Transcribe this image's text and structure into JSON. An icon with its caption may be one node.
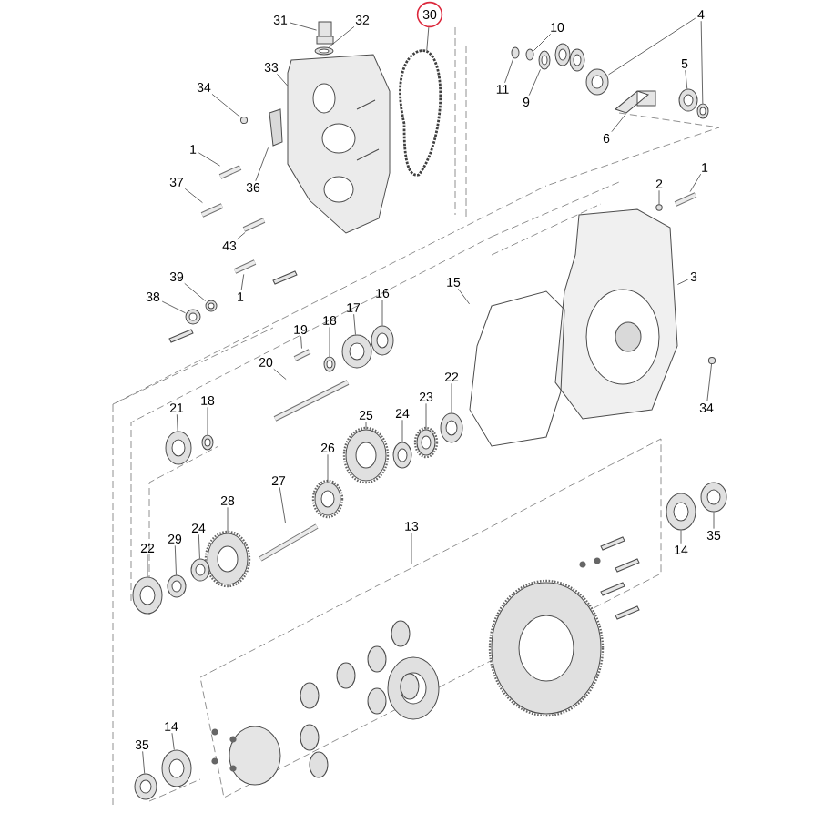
{
  "diagram": {
    "nodes": [
      {
        "text": [
          "31"
        ]
      },
      {
        "text": [
          "32"
        ]
      },
      {
        "text": [
          "30"
        ]
      },
      {
        "text": [
          "4"
        ]
      },
      {
        "text": [
          "10"
        ]
      },
      {
        "text": [
          "33"
        ]
      },
      {
        "text": [
          "34"
        ]
      },
      {
        "text": [
          "5"
        ]
      },
      {
        "text": [
          "11"
        ]
      },
      {
        "text": [
          "9"
        ]
      },
      {
        "text": [
          "6"
        ]
      },
      {
        "text": [
          "1"
        ]
      },
      {
        "text": [
          "1"
        ]
      },
      {
        "text": [
          "37"
        ]
      },
      {
        "text": [
          "2"
        ]
      },
      {
        "text": [
          "36"
        ]
      },
      {
        "text": [
          "43"
        ]
      },
      {
        "text": [
          "3"
        ]
      },
      {
        "text": [
          "15"
        ]
      },
      {
        "text": [
          "39"
        ]
      },
      {
        "text": [
          "1"
        ]
      },
      {
        "text": [
          "16"
        ]
      },
      {
        "text": [
          "38"
        ]
      },
      {
        "text": [
          "17"
        ]
      },
      {
        "text": [
          "19"
        ]
      },
      {
        "text": [
          "18"
        ]
      },
      {
        "text": [
          "20"
        ]
      },
      {
        "text": [
          "22"
        ]
      },
      {
        "text": [
          "23"
        ]
      },
      {
        "text": [
          "18"
        ]
      },
      {
        "text": [
          "21"
        ]
      },
      {
        "text": [
          "34"
        ]
      },
      {
        "text": [
          "24"
        ]
      },
      {
        "text": [
          "25"
        ]
      },
      {
        "text": [
          "26"
        ]
      },
      {
        "text": [
          "27"
        ]
      },
      {
        "text": [
          "28"
        ]
      },
      {
        "text": [
          "13"
        ]
      },
      {
        "text": [
          "29"
        ]
      },
      {
        "text": [
          "24"
        ]
      },
      {
        "text": [
          "22"
        ]
      },
      {
        "text": [
          "35"
        ]
      },
      {
        "text": [
          "14"
        ]
      },
      {
        "text": [
          "35"
        ]
      },
      {
        "text": [
          "14"
        ]
      },
      {
        "text": [],
        "shape": "box"
      },
      {
        "text": [],
        "shape": "circle"
      },
      {
        "text": [],
        "shape": "picture"
      },
      {
        "text": [],
        "shape": "circle"
      },
      {
        "text": [],
        "shape": "circle"
      },
      {
        "text": [],
        "shape": "circle"
      },
      {
        "text": [],
        "shape": "picture"
      },
      {
        "text": [],
        "shape": "circle"
      },
      {
        "text": [],
        "shape": "circle"
      },
      {
        "text": [],
        "shape": "circle"
      },
      {
        "text": [],
        "shape": "circle"
      },
      {
        "text": [],
        "shape": "picture"
      },
      {
        "text": [],
        "shape": "bar"
      },
      {
        "text": [],
        "shape": "bar"
      },
      {
        "text": [],
        "shape": "bar"
      },
      {
        "text": [],
        "shape": "circle"
      },
      {
        "text": [],
        "shape": "picture"
      },
      {
        "text": [],
        "shape": "bar"
      },
      {
        "text": [],
        "shape": "picture"
      },
      {
        "text": [],
        "shape": "picture"
      },
      {
        "text": [],
        "shape": "circle"
      },
      {
        "text": [],
        "shape": "bar"
      },
      {
        "text": [],
        "shape": "circle"
      },
      {
        "text": [],
        "shape": "circle"
      },
      {
        "text": [],
        "shape": "circle"
      },
      {
        "text": [],
        "shape": "bar"
      },
      {
        "text": [],
        "shape": "circle"
      },
      {
        "text": [],
        "shape": "bar"
      },
      {
        "text": [],
        "shape": "circle"
      },
      {
        "text": [],
        "shape": "circle"
      },
      {
        "text": [],
        "shape": "circle"
      },
      {
        "text": [],
        "shape": "circle"
      },
      {
        "text": [],
        "shape": "circle"
      },
      {
        "text": [],
        "shape": "circle"
      },
      {
        "text": [],
        "shape": "circle"
      },
      {
        "text": [],
        "shape": "circle"
      },
      {
        "text": [],
        "shape": "bar"
      },
      {
        "text": [],
        "shape": "circle"
      },
      {
        "text": [],
        "shape": "circle"
      },
      {
        "text": [],
        "shape": "circle"
      },
      {
        "text": [],
        "shape": "circle"
      },
      {
        "text": [],
        "shape": "circle"
      },
      {
        "text": [],
        "shape": "circle"
      },
      {
        "text": [],
        "shape": "circle"
      },
      {
        "text": [],
        "shape": "circle"
      }
    ],
    "edges": [
      {
        "from": 0,
        "to": 45,
        "arrow": "none"
      },
      {
        "from": 1,
        "to": 46,
        "arrow": "none"
      },
      {
        "from": 2,
        "to": 47,
        "arrow": "none"
      },
      {
        "from": 3,
        "to": 48,
        "arrow": "none"
      },
      {
        "from": 3,
        "to": 49,
        "arrow": "none"
      },
      {
        "from": 4,
        "to": 50,
        "arrow": "none"
      },
      {
        "from": 5,
        "to": 51,
        "arrow": "none"
      },
      {
        "from": 6,
        "to": 52,
        "arrow": "none"
      },
      {
        "from": 7,
        "to": 53,
        "arrow": "none"
      },
      {
        "from": 8,
        "to": 54,
        "arrow": "none"
      },
      {
        "from": 9,
        "to": 55,
        "arrow": "none"
      },
      {
        "from": 10,
        "to": 56,
        "arrow": "none"
      },
      {
        "from": 11,
        "to": 57,
        "arrow": "none"
      },
      {
        "from": 12,
        "to": 58,
        "arrow": "none"
      },
      {
        "from": 13,
        "to": 59,
        "arrow": "none"
      },
      {
        "from": 14,
        "to": 60,
        "arrow": "none"
      },
      {
        "from": 15,
        "to": 61,
        "arrow": "none"
      },
      {
        "from": 16,
        "to": 62,
        "arrow": "none"
      },
      {
        "from": 17,
        "to": 63,
        "arrow": "none"
      },
      {
        "from": 18,
        "to": 64,
        "arrow": "none"
      },
      {
        "from": 19,
        "to": 65,
        "arrow": "none"
      },
      {
        "from": 20,
        "to": 66,
        "arrow": "none"
      },
      {
        "from": 21,
        "to": 67,
        "arrow": "none"
      },
      {
        "from": 22,
        "to": 68,
        "arrow": "none"
      },
      {
        "from": 23,
        "to": 69,
        "arrow": "none"
      },
      {
        "from": 24,
        "to": 70,
        "arrow": "none"
      },
      {
        "from": 25,
        "to": 71,
        "arrow": "none"
      },
      {
        "from": 26,
        "to": 72,
        "arrow": "none"
      },
      {
        "from": 27,
        "to": 73,
        "arrow": "none"
      },
      {
        "from": 28,
        "to": 74,
        "arrow": "none"
      },
      {
        "from": 29,
        "to": 75,
        "arrow": "none"
      },
      {
        "from": 30,
        "to": 76,
        "arrow": "none"
      },
      {
        "from": 31,
        "to": 77,
        "arrow": "none"
      },
      {
        "from": 32,
        "to": 78,
        "arrow": "none"
      },
      {
        "from": 33,
        "to": 79,
        "arrow": "none"
      },
      {
        "from": 34,
        "to": 80,
        "arrow": "none"
      },
      {
        "from": 35,
        "to": 81,
        "arrow": "none"
      },
      {
        "from": 36,
        "to": 82,
        "arrow": "none"
      },
      {
        "from": 37,
        "to": null,
        "arrow": "none"
      },
      {
        "from": 38,
        "to": 83,
        "arrow": "none"
      },
      {
        "from": 39,
        "to": 84,
        "arrow": "none"
      },
      {
        "from": 40,
        "to": 85,
        "arrow": "none"
      },
      {
        "from": 41,
        "to": 86,
        "arrow": "none"
      },
      {
        "from": 42,
        "to": 87,
        "arrow": "none"
      },
      {
        "from": 43,
        "to": 88,
        "arrow": "none"
      },
      {
        "from": 44,
        "to": 89,
        "arrow": "none"
      }
    ]
  }
}
